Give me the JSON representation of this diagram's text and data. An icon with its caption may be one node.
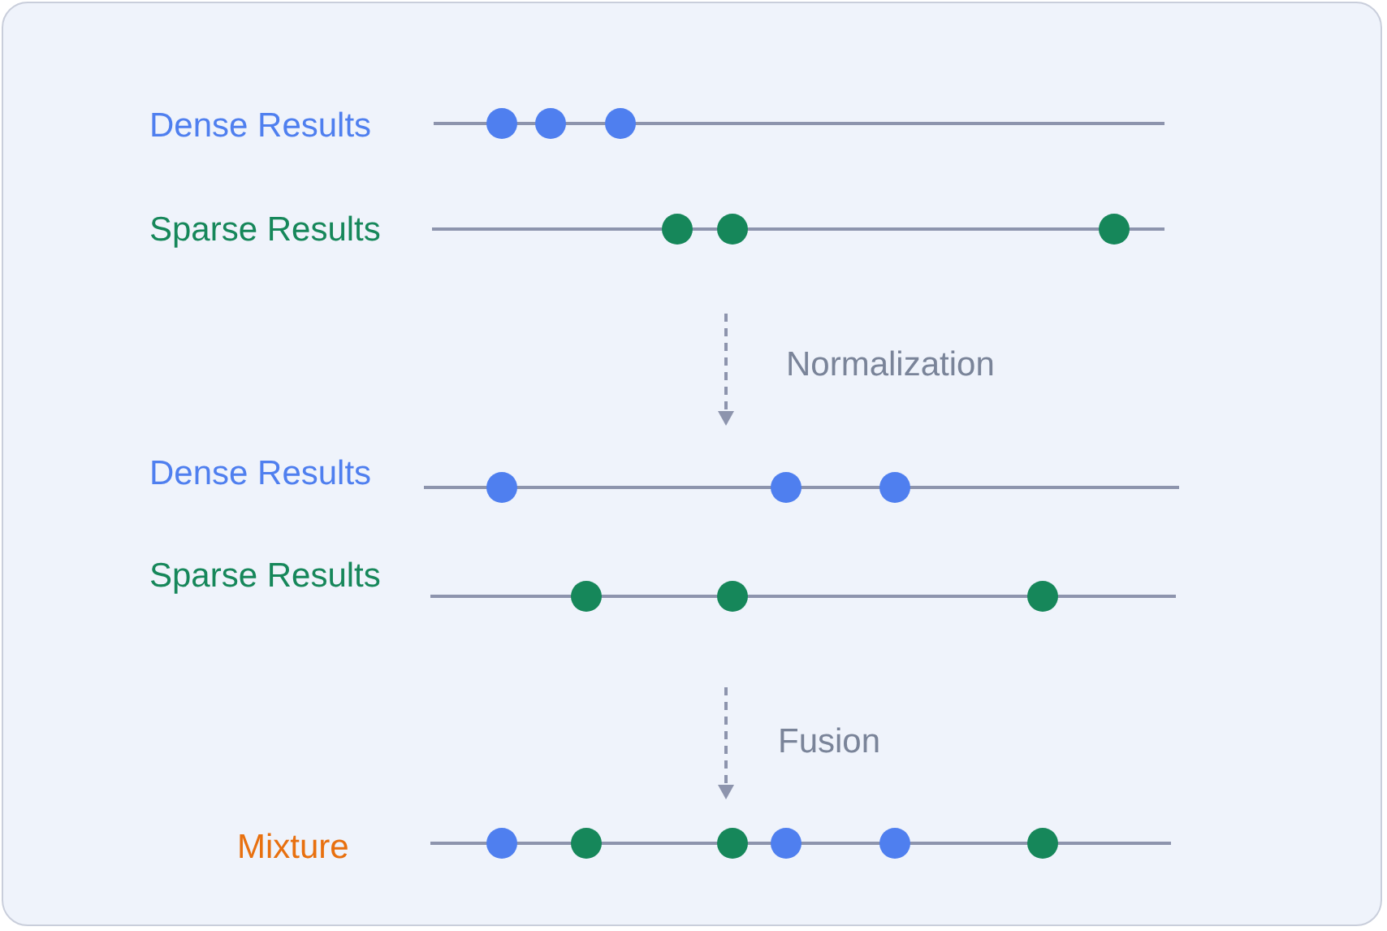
{
  "diagram": {
    "labels": [
      "Dense Results",
      "Sparse Results",
      "Normalization",
      "Dense Results",
      "Sparse Results",
      "Fusion",
      "Mixture"
    ]
  }
}
